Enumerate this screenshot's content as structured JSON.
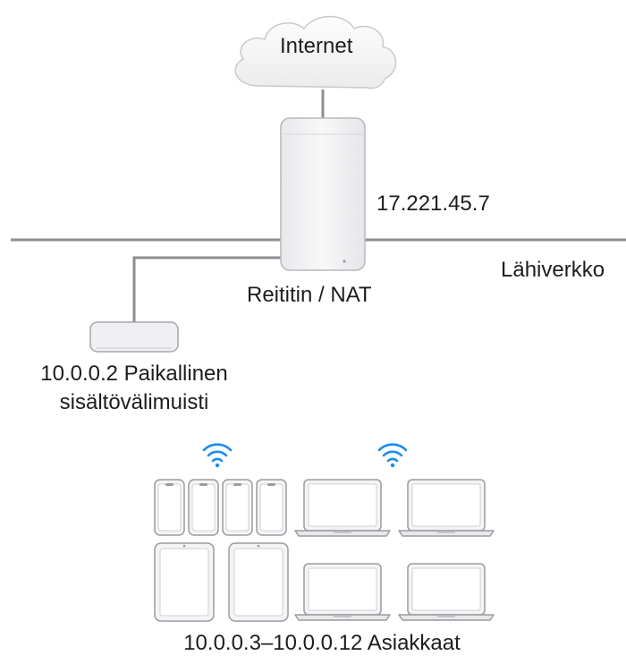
{
  "labels": {
    "internet": "Internet",
    "router_ip": "17.221.45.7",
    "lan": "Lähiverkko",
    "router": "Reititin / NAT",
    "cache_line1": "10.0.0.2 Paikallinen",
    "cache_line2": "sisältövälimuisti",
    "clients": "10.0.0.3–10.0.0.12 Asiakkaat"
  },
  "icons": {
    "cloud": "cloud-icon",
    "router": "router-icon",
    "cache": "content-cache-icon",
    "wifi": "wifi-icon",
    "phone": "iphone-icon",
    "tablet": "ipad-icon",
    "laptop": "laptop-icon"
  },
  "colors": {
    "wifi": "#1a8cf0",
    "line": "#8e8e93",
    "device_fill": "#f2f2f4",
    "device_stroke": "#9b9ba0"
  }
}
